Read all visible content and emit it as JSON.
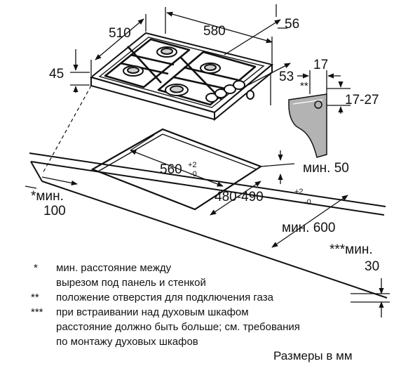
{
  "dimensions": {
    "width_total": "580",
    "depth_total": "510",
    "height_total": "45",
    "top_offset": "56",
    "side_offset": "53",
    "cutout_width": "560",
    "cutout_width_tol_plus": "+2",
    "cutout_width_tol_minus": "-0",
    "cutout_depth": "480-490",
    "cutout_depth_tol_plus": "+2",
    "cutout_depth_tol_minus": "-0",
    "min_back": "мин. 50",
    "min_front_star": "*мин.",
    "min_front_value": "100",
    "min_side": "мин. 600",
    "min_oven_label": "***мин.",
    "min_oven_value": "30",
    "gas_star": "**",
    "gas_width": "17",
    "gas_height": "17-27"
  },
  "notes": [
    {
      "mark": "*",
      "text": "мин. расстояние между"
    },
    {
      "mark": "",
      "text": "вырезом под панель и стенкой"
    },
    {
      "mark": "**",
      "text": "положение отверстия для подключения газа"
    },
    {
      "mark": "***",
      "text": "при встраивании над духовым шкафом"
    },
    {
      "mark": "",
      "text": "расстояние должно быть больше; см. требования"
    },
    {
      "mark": "",
      "text": "по монтажу духовых шкафов"
    }
  ],
  "units_label": "Размеры в мм"
}
